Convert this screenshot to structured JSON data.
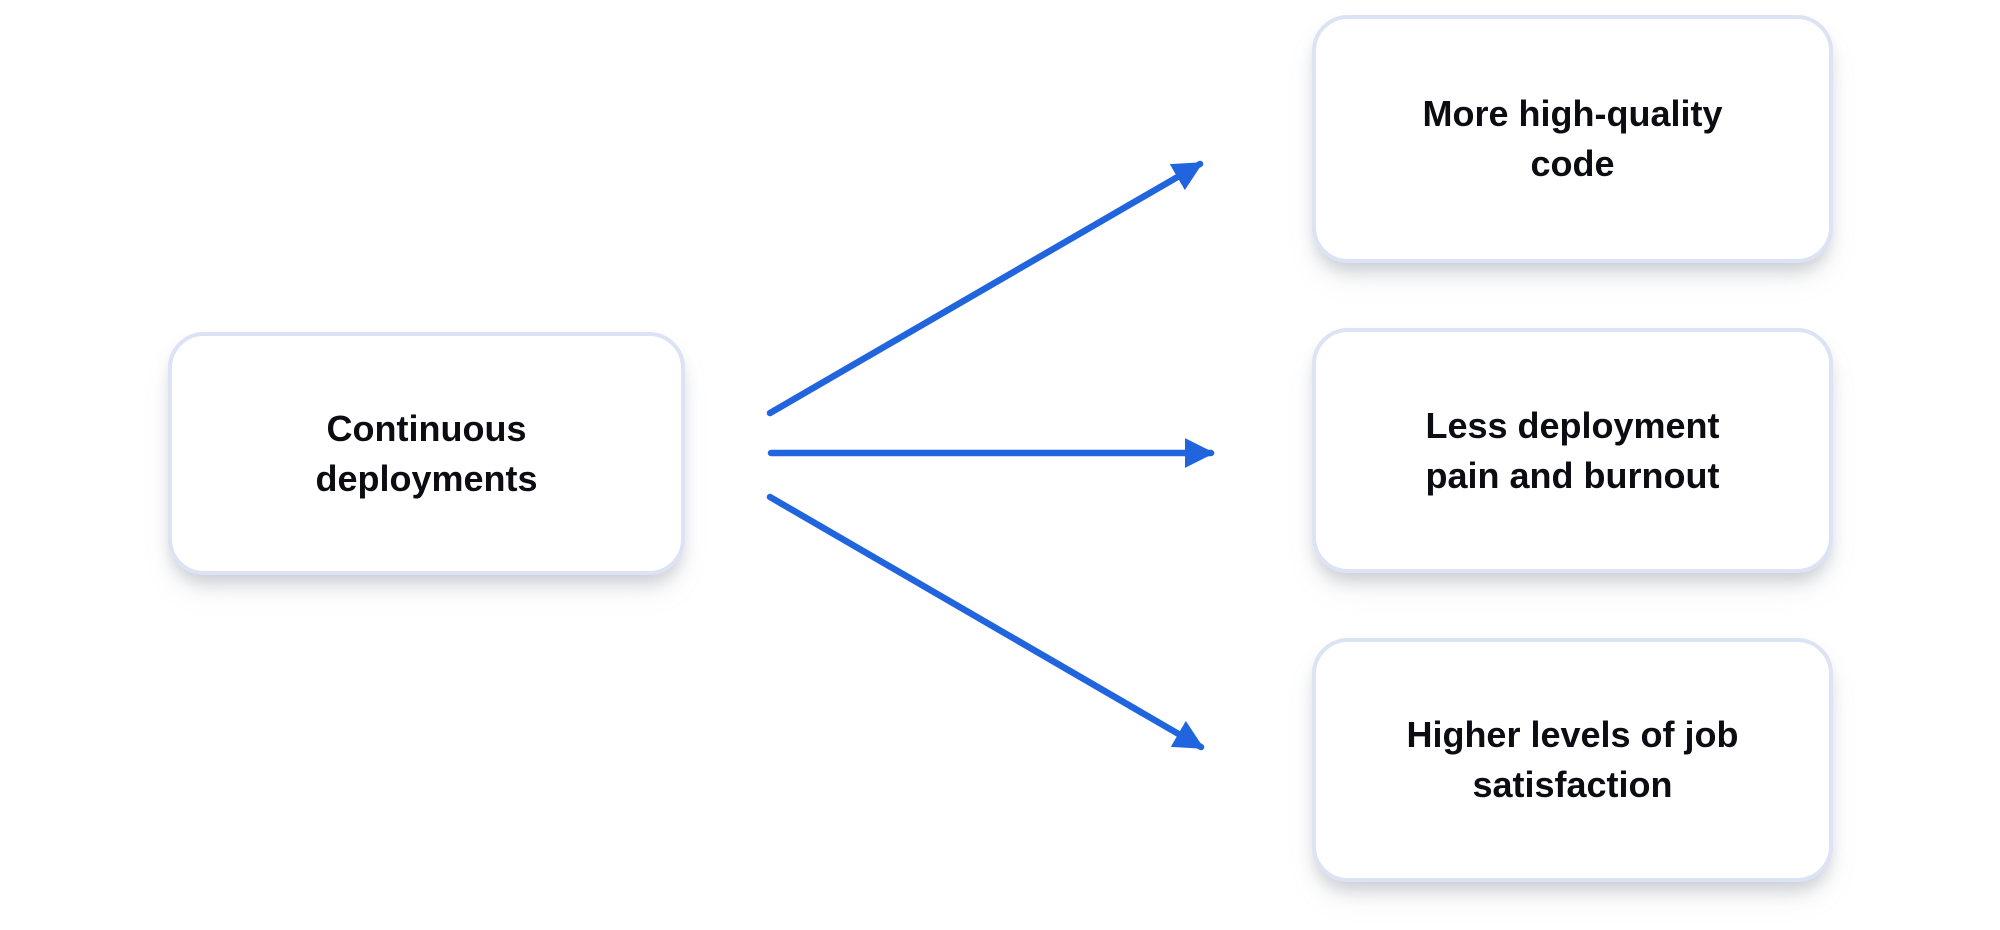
{
  "diagram": {
    "source": {
      "label": "Continuous deployments",
      "lines": [
        "Continuous",
        "deployments"
      ]
    },
    "targets": [
      {
        "label": "More high-quality code",
        "lines": [
          "More high-quality",
          "code"
        ]
      },
      {
        "label": "Less deployment pain and burnout",
        "lines": [
          "Less deployment",
          "pain and burnout"
        ]
      },
      {
        "label": "Higher levels of job satisfaction",
        "lines": [
          "Higher levels of job",
          "satisfaction"
        ]
      }
    ],
    "colors": {
      "arrow": "#2165de",
      "node_border": "#dce3f5",
      "node_background": "#ffffff",
      "text": "#0c0d12",
      "canvas_background": "#ffffff"
    }
  }
}
